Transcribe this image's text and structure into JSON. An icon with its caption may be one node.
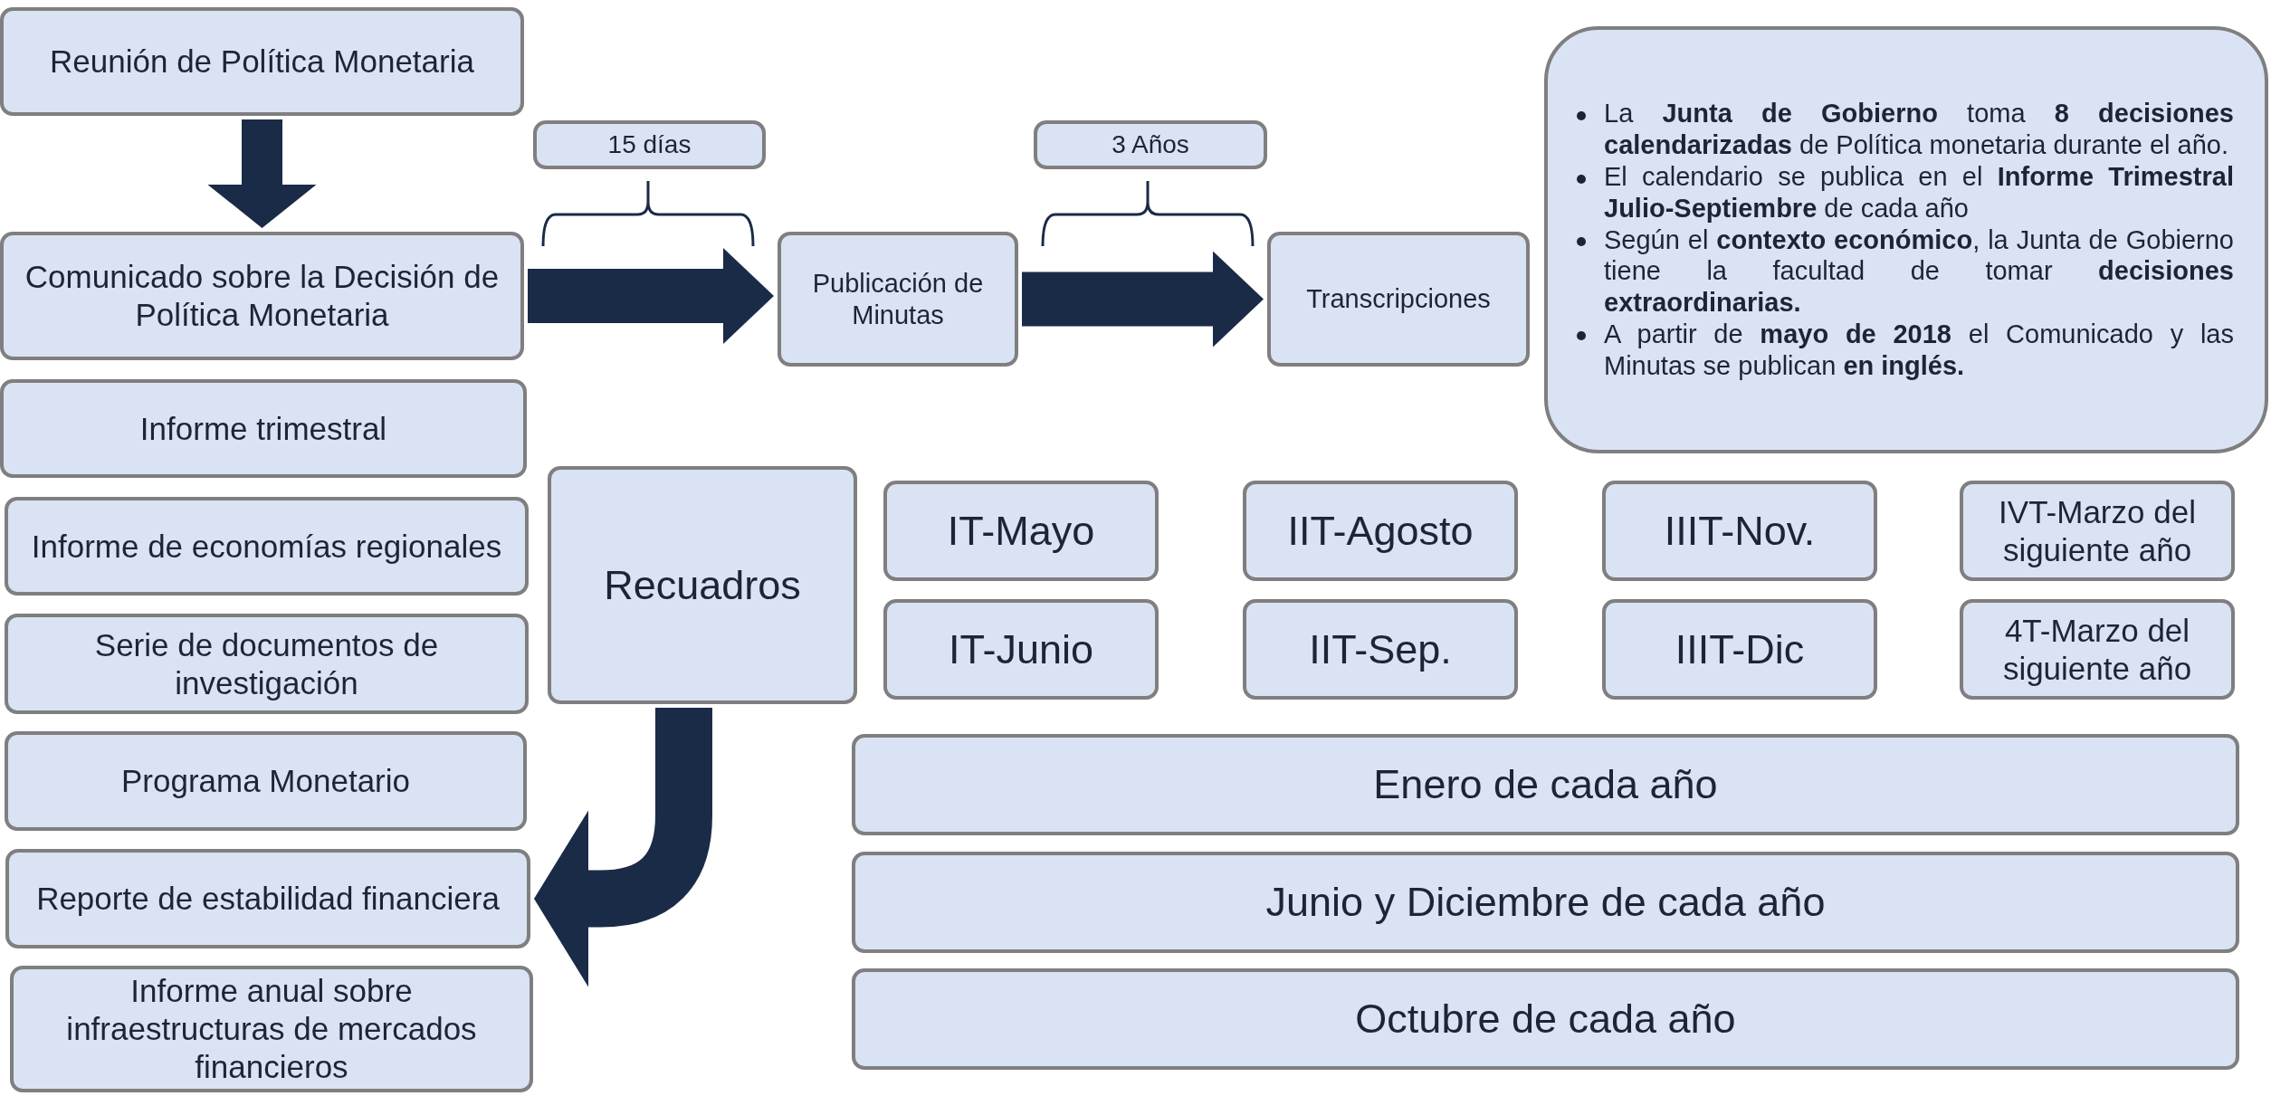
{
  "diagram": {
    "nodes": [
      {
        "text": [
          "Reunión de Política Monetaria"
        ]
      },
      {
        "text": [
          "15 días"
        ]
      },
      {
        "text": [
          "3 Años"
        ]
      },
      {
        "text": [
          "La **Junta de Gobierno** toma **8 decisiones calendarizadas** de Política monetaria durante el año.",
          "El calendario se publica en el **Informe Trimestral Julio-Septiembre** de cada año",
          "Según el **contexto económico**, la Junta de Gobierno tiene la facultad de tomar **decisiones extraordinarias.**",
          "A partir de **mayo de 2018** el Comunicado y las Minutas se publican **en inglés.**"
        ]
      },
      {
        "text": [
          "Comunicado sobre la Decisión de Política Monetaria"
        ]
      },
      {
        "text": [
          "Publicación de Minutas"
        ]
      },
      {
        "text": [
          "Transcripciones"
        ]
      },
      {
        "text": [
          "Informe trimestral"
        ]
      },
      {
        "text": [
          "Recuadros"
        ]
      },
      {
        "text": [
          "IT-Mayo"
        ]
      },
      {
        "text": [
          "IIT-Agosto"
        ]
      },
      {
        "text": [
          "IIIT-Nov."
        ]
      },
      {
        "text": [
          "IVT-Marzo del siguiente año"
        ]
      },
      {
        "text": [
          "Informe de economías regionales"
        ]
      },
      {
        "text": [
          "IT-Junio"
        ]
      },
      {
        "text": [
          "IIT-Sep."
        ]
      },
      {
        "text": [
          "IIIT-Dic"
        ]
      },
      {
        "text": [
          "4T-Marzo del siguiente año"
        ]
      },
      {
        "text": [
          "Serie de documentos de investigación"
        ]
      },
      {
        "text": [
          "Programa Monetario"
        ]
      },
      {
        "text": [
          "Enero de cada año"
        ]
      },
      {
        "text": [
          "Reporte de estabilidad financiera"
        ]
      },
      {
        "text": [
          "Junio y Diciembre de cada año"
        ]
      },
      {
        "text": [
          "Informe anual sobre infraestructuras de mercados financieros"
        ]
      },
      {
        "text": [
          "Octubre de cada año"
        ]
      }
    ],
    "edges": [
      {
        "from": 0,
        "to": 4,
        "arrow": "to"
      },
      {
        "from": 4,
        "to": 5,
        "arrow": "to"
      },
      {
        "from": 5,
        "to": 6,
        "arrow": "to"
      },
      {
        "from": 8,
        "to": 21,
        "arrow": "to"
      }
    ]
  }
}
